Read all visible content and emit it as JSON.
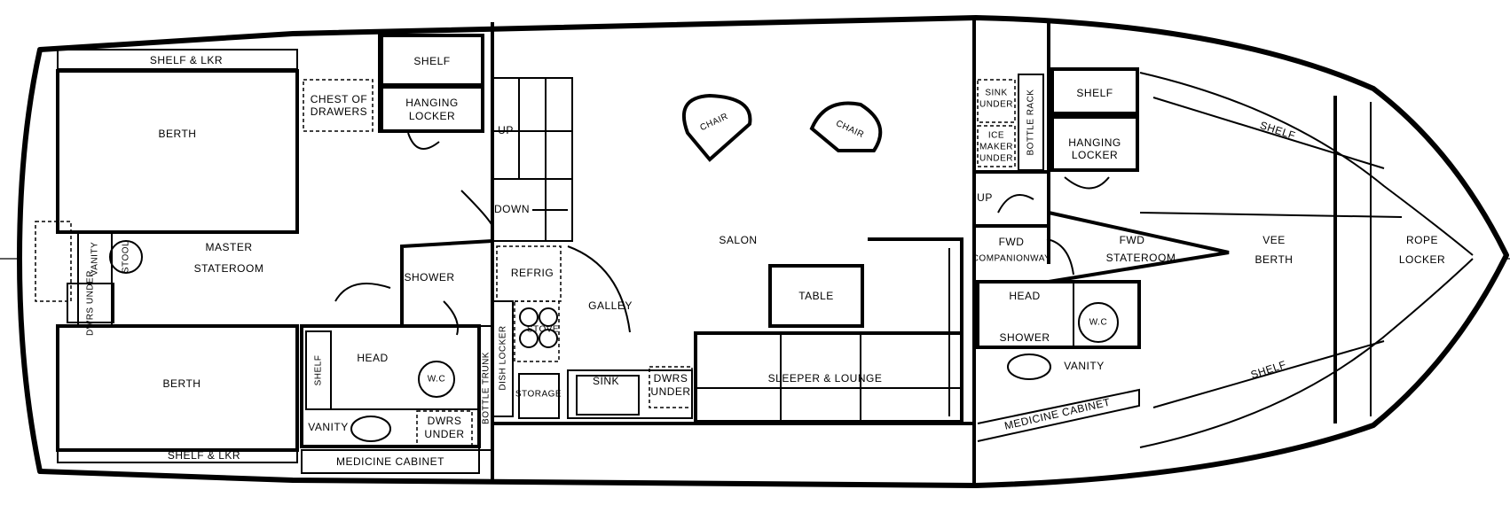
{
  "labels": {
    "shelf_lkr_top": "SHELF & LKR",
    "shelf_lkr_bottom": "SHELF & LKR",
    "berth_upper": "BERTH",
    "berth_lower": "BERTH",
    "chest_line1": "CHEST OF",
    "chest_line2": "DRAWERS",
    "shelf_aft": "SHELF",
    "hanging_locker_aft_1": "HANGING",
    "hanging_locker_aft_2": "LOCKER",
    "master": "MASTER",
    "stateroom_aft": "STATEROOM",
    "vanity_aft": "VANITY",
    "stool": "STOOL",
    "dwrs_under_aft": "DWRS UNDER",
    "shower_aft": "SHOWER",
    "head_aft": "HEAD",
    "shelf_head": "SHELF",
    "wc_aft": "W.C",
    "vanity_head": "VANITY",
    "dwrs_head_1": "DWRS",
    "dwrs_head_2": "UNDER",
    "medicine_cabinet_aft": "MEDICINE CABINET",
    "bottle_trunk": "BOTTLE TRUNK",
    "up_aft": "UP",
    "down": "DOWN",
    "refrig": "REFRIG",
    "stove": "STOVE",
    "galley": "GALLEY",
    "dish_locker": "DISH LOCKER",
    "storage": "STORAGE",
    "sink_galley": "SINK",
    "dwrs_galley_1": "DWRS",
    "dwrs_galley_2": "UNDER",
    "chair_1": "CHAIR",
    "chair_2": "CHAIR",
    "salon": "SALON",
    "table": "TABLE",
    "sleeper": "SLEEPER & LOUNGE",
    "sink_under_1": "SINK",
    "sink_under_2": "UNDER",
    "ice_maker_1": "ICE",
    "ice_maker_2": "MAKER",
    "ice_maker_3": "UNDER",
    "bottle_rack": "BOTTLE RACK",
    "up_fwd": "UP",
    "fwd_left": "FWD",
    "companionway": "COMPANIONWAY",
    "fwd_right": "FWD",
    "stateroom_fwd": "STATEROOM",
    "shelf_fwd": "SHELF",
    "hanging_locker_fwd_1": "HANGING",
    "hanging_locker_fwd_2": "LOCKER",
    "head_shower_1": "HEAD",
    "head_shower_2": "SHOWER",
    "wc_fwd": "W.C",
    "vanity_fwd": "VANITY",
    "medicine_cabinet_fwd": "MEDICINE CABINET",
    "shelf_diag_top": "SHELF",
    "shelf_diag_bottom": "SHELF",
    "vee": "VEE",
    "berth_vee": "BERTH",
    "rope": "ROPE",
    "locker": "LOCKER"
  }
}
